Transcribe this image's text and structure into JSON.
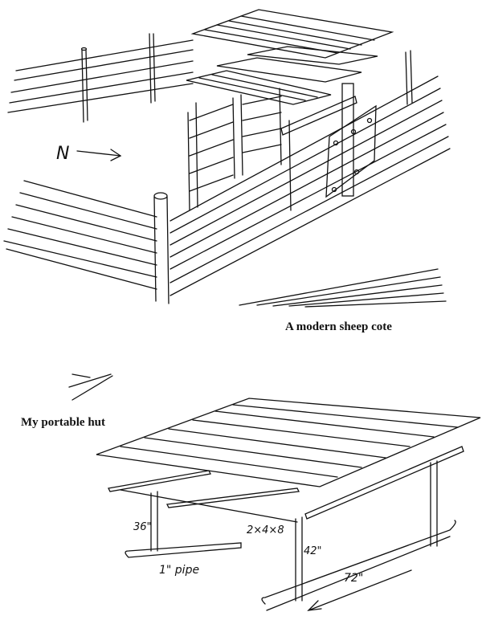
{
  "captions": {
    "sheep_cote": "A modern sheep cote",
    "portable_hut": "My portable hut"
  },
  "sketch_labels": {
    "north": "N",
    "height_left": "36\"",
    "lumber": "2×4×8",
    "pipe": "1\" pipe",
    "height_right": "42\"",
    "length": "72\""
  },
  "colors": {
    "ink": "#111111",
    "paper": "#ffffff"
  }
}
